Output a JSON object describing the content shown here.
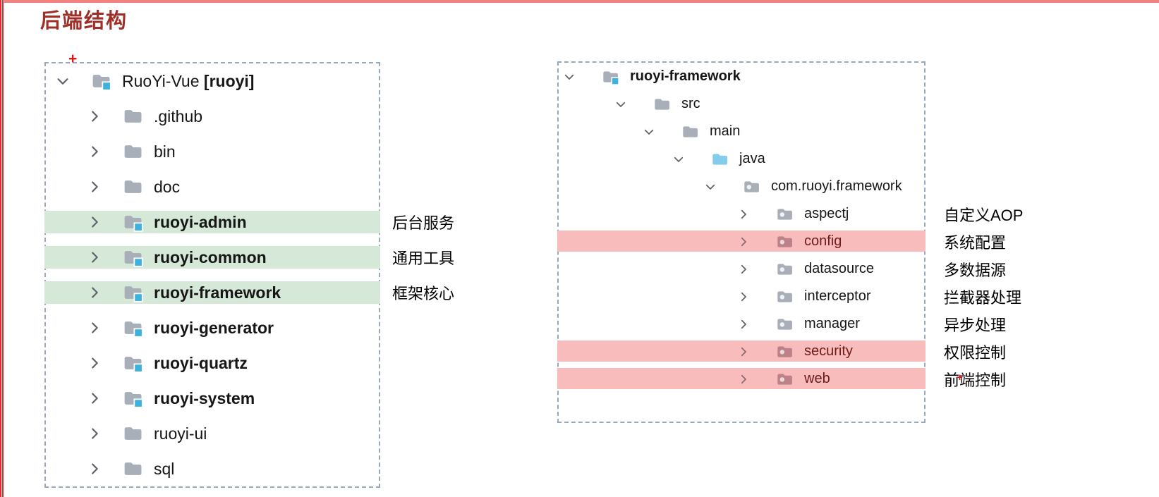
{
  "title": "后端结构",
  "colors": {
    "title_red": "#9e2f28",
    "top_border": "#f28280",
    "left_border": "#e8272c",
    "dashed_box": "#98a9be",
    "green_highlight": "#d6e9d8",
    "pink_highlight": "#f8bcbc",
    "pink_row_text": "#6e1a1a",
    "folder_gray": "#a9afb9",
    "module_badge_blue": "#3db2dd",
    "source_folder_blue": "#85ccec"
  },
  "cursor_marks": {
    "top_left_plus": "+",
    "security_row_plus": "+"
  },
  "left_panel": {
    "tree": [
      {
        "label": "RuoYi-Vue ",
        "label_bold": "[ruoyi]",
        "depth": 0,
        "chevron": "down",
        "icon": "module-folder",
        "bold": false,
        "highlight": null,
        "annotation": null
      },
      {
        "label": ".github",
        "depth": 1,
        "chevron": "right",
        "icon": "folder",
        "bold": false,
        "highlight": null,
        "annotation": null
      },
      {
        "label": "bin",
        "depth": 1,
        "chevron": "right",
        "icon": "folder",
        "bold": false,
        "highlight": null,
        "annotation": null
      },
      {
        "label": "doc",
        "depth": 1,
        "chevron": "right",
        "icon": "folder",
        "bold": false,
        "highlight": null,
        "annotation": null
      },
      {
        "label": "ruoyi-admin",
        "depth": 1,
        "chevron": "right",
        "icon": "module-folder",
        "bold": true,
        "highlight": "green",
        "annotation": "后台服务"
      },
      {
        "label": "ruoyi-common",
        "depth": 1,
        "chevron": "right",
        "icon": "module-folder",
        "bold": true,
        "highlight": "green",
        "annotation": "通用工具"
      },
      {
        "label": "ruoyi-framework",
        "depth": 1,
        "chevron": "right",
        "icon": "module-folder",
        "bold": true,
        "highlight": "green",
        "annotation": "框架核心"
      },
      {
        "label": "ruoyi-generator",
        "depth": 1,
        "chevron": "right",
        "icon": "module-folder",
        "bold": true,
        "highlight": null,
        "annotation": null
      },
      {
        "label": "ruoyi-quartz",
        "depth": 1,
        "chevron": "right",
        "icon": "module-folder",
        "bold": true,
        "highlight": null,
        "annotation": null
      },
      {
        "label": "ruoyi-system",
        "depth": 1,
        "chevron": "right",
        "icon": "module-folder",
        "bold": true,
        "highlight": null,
        "annotation": null
      },
      {
        "label": "ruoyi-ui",
        "depth": 1,
        "chevron": "right",
        "icon": "folder",
        "bold": false,
        "highlight": null,
        "annotation": null
      },
      {
        "label": "sql",
        "depth": 1,
        "chevron": "right",
        "icon": "folder",
        "bold": false,
        "highlight": null,
        "annotation": null
      }
    ]
  },
  "right_panel": {
    "tree": [
      {
        "label": "ruoyi-framework",
        "depth": 0,
        "chevron": "down",
        "icon": "module-folder",
        "bold": true,
        "highlight": null,
        "annotation": null
      },
      {
        "label": "src",
        "depth": 1,
        "chevron": "down",
        "icon": "folder",
        "bold": false,
        "highlight": null,
        "annotation": null
      },
      {
        "label": "main",
        "depth": 2,
        "chevron": "down",
        "icon": "folder",
        "bold": false,
        "highlight": null,
        "annotation": null
      },
      {
        "label": "java",
        "depth": 3,
        "chevron": "down",
        "icon": "source-folder",
        "bold": false,
        "highlight": null,
        "annotation": null
      },
      {
        "label": "com.ruoyi.framework",
        "depth": 4,
        "chevron": "down",
        "icon": "package",
        "bold": false,
        "highlight": null,
        "annotation": null
      },
      {
        "label": "aspectj",
        "depth": 5,
        "chevron": "right",
        "icon": "package",
        "bold": false,
        "highlight": null,
        "annotation": "自定义AOP"
      },
      {
        "label": "config",
        "depth": 5,
        "chevron": "right",
        "icon": "package",
        "bold": false,
        "highlight": "pink",
        "annotation": "系统配置"
      },
      {
        "label": "datasource",
        "depth": 5,
        "chevron": "right",
        "icon": "package",
        "bold": false,
        "highlight": null,
        "annotation": "多数据源"
      },
      {
        "label": "interceptor",
        "depth": 5,
        "chevron": "right",
        "icon": "package",
        "bold": false,
        "highlight": null,
        "annotation": "拦截器处理"
      },
      {
        "label": "manager",
        "depth": 5,
        "chevron": "right",
        "icon": "package",
        "bold": false,
        "highlight": null,
        "annotation": "异步处理"
      },
      {
        "label": "security",
        "depth": 5,
        "chevron": "right",
        "icon": "package",
        "bold": false,
        "highlight": "pink",
        "annotation": "权限控制"
      },
      {
        "label": "web",
        "depth": 5,
        "chevron": "right",
        "icon": "package",
        "bold": false,
        "highlight": "pink",
        "annotation": "前端控制"
      }
    ]
  }
}
